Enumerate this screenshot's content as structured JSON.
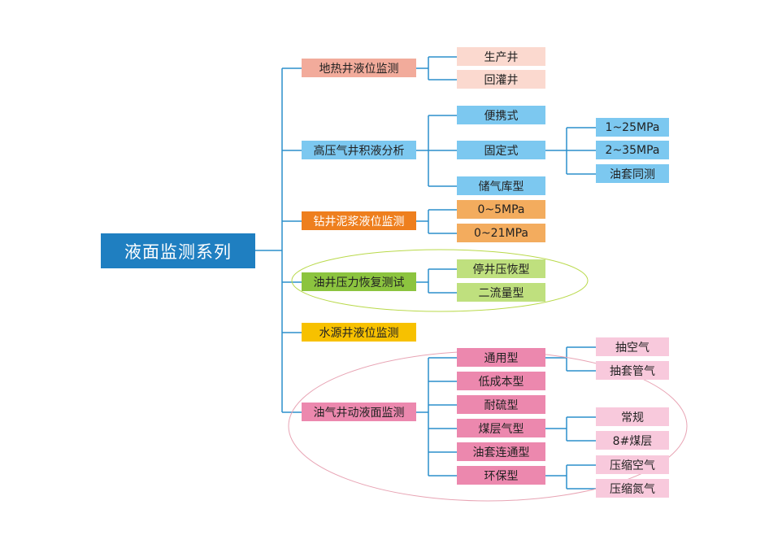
{
  "root": {
    "label": "液面监测系列",
    "color": "#1f7fc1"
  },
  "colors": {
    "line": "#2b8fcc",
    "salmon_dark": "#f2ab9b",
    "salmon_light": "#fbd9cf",
    "blue": "#7cc8f0",
    "orange": "#ee7f1e",
    "orange_light": "#f3ac5e",
    "green_dark": "#8cc43f",
    "green_light": "#bfe07e",
    "yellow": "#f7c100",
    "pink_dark": "#ec88ae",
    "pink_light": "#f8c9dc",
    "ellipse_green": "#b9d94a",
    "ellipse_pink": "#e8a4b4"
  },
  "branches": [
    {
      "label": "地热井液位监测",
      "children": [
        {
          "label": "生产井"
        },
        {
          "label": "回灌井"
        }
      ]
    },
    {
      "label": "高压气井积液分析",
      "children": [
        {
          "label": "便携式"
        },
        {
          "label": "固定式",
          "children": [
            {
              "label": "1~25MPa"
            },
            {
              "label": "2~35MPa"
            },
            {
              "label": "油套同测"
            }
          ]
        },
        {
          "label": "储气库型"
        }
      ]
    },
    {
      "label": "钻井泥浆液位监测",
      "children": [
        {
          "label": "0~5MPa"
        },
        {
          "label": "0~21MPa"
        }
      ]
    },
    {
      "label": "油井压力恢复测试",
      "children": [
        {
          "label": "停井压恢型"
        },
        {
          "label": "二流量型"
        }
      ]
    },
    {
      "label": "水源井液位监测",
      "children": []
    },
    {
      "label": "油气井动液面监测",
      "children": [
        {
          "label": "通用型",
          "children": [
            {
              "label": "抽空气"
            },
            {
              "label": "抽套管气"
            }
          ]
        },
        {
          "label": "低成本型"
        },
        {
          "label": "耐硫型"
        },
        {
          "label": "煤层气型",
          "children": [
            {
              "label": "常规"
            },
            {
              "label": "8#煤层"
            }
          ]
        },
        {
          "label": "油套连通型"
        },
        {
          "label": "环保型",
          "children": [
            {
              "label": "压缩空气"
            },
            {
              "label": "压缩氮气"
            }
          ]
        }
      ]
    }
  ]
}
